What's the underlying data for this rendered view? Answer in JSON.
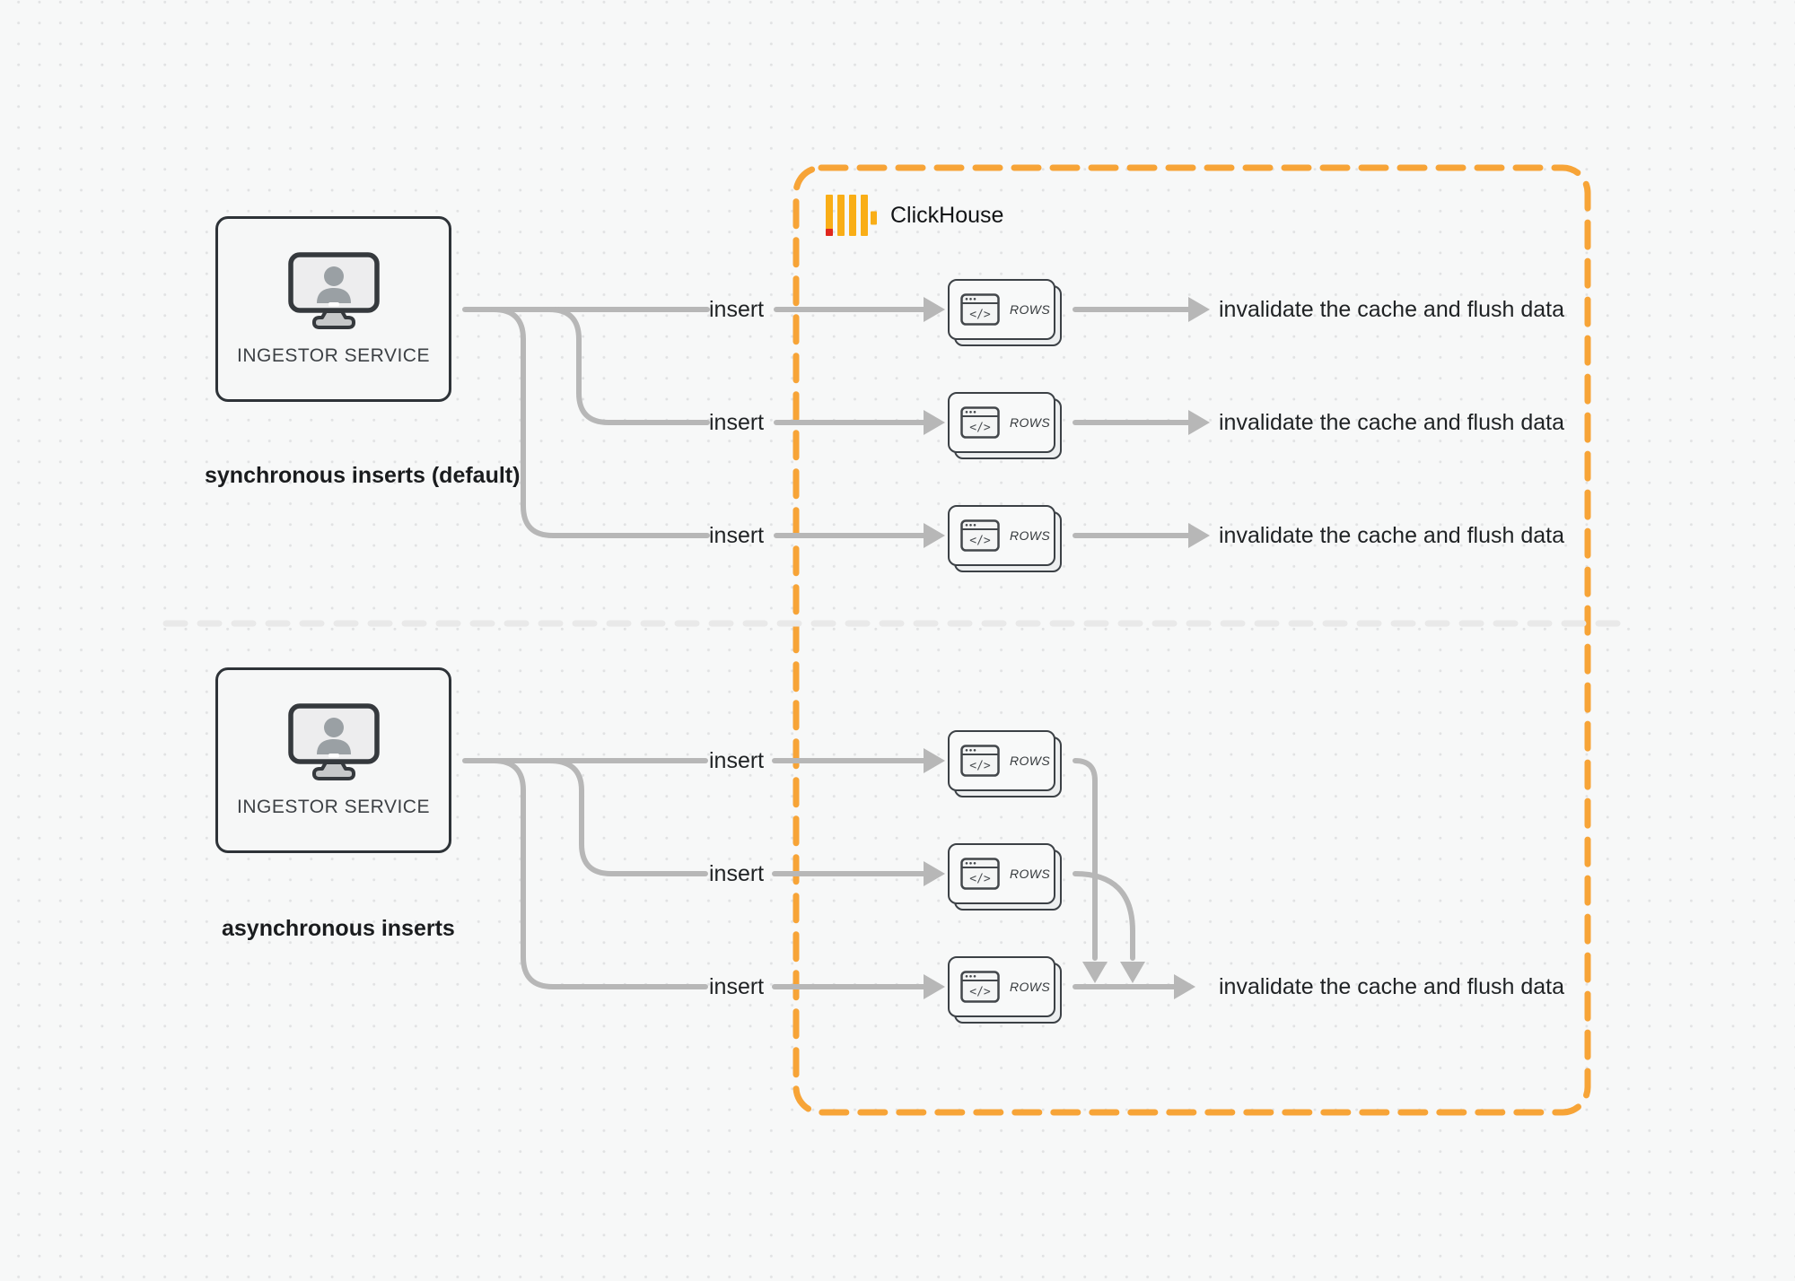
{
  "palette": {
    "accent_orange": "#F7A437",
    "connector_gray": "#b7b7b7",
    "logo_yellow": "#F9AE17",
    "logo_red": "#E0271E",
    "divider_gray": "#e9e9e9"
  },
  "icons": {
    "clickhouse_logo_icon": "clickhouse-vertical-bars",
    "monitor_user_icon": "monitor-with-user-silhouette",
    "code_window_icon": "browser-window-with-code"
  },
  "clickhouse": {
    "brand": "ClickHouse"
  },
  "sync": {
    "section_label": "synchronous inserts (default)",
    "service_label": "INGESTOR SERVICE",
    "rows": [
      {
        "insert_label": "insert",
        "node_label": "ROWS",
        "result_label": "invalidate the cache and flush data"
      },
      {
        "insert_label": "insert",
        "node_label": "ROWS",
        "result_label": "invalidate the cache and flush data"
      },
      {
        "insert_label": "insert",
        "node_label": "ROWS",
        "result_label": "invalidate the cache and flush data"
      }
    ]
  },
  "async": {
    "section_label": "asynchronous inserts",
    "service_label": "INGESTOR SERVICE",
    "rows": [
      {
        "insert_label": "insert",
        "node_label": "ROWS"
      },
      {
        "insert_label": "insert",
        "node_label": "ROWS"
      },
      {
        "insert_label": "insert",
        "node_label": "ROWS",
        "result_label": "invalidate the cache and flush data"
      }
    ]
  }
}
